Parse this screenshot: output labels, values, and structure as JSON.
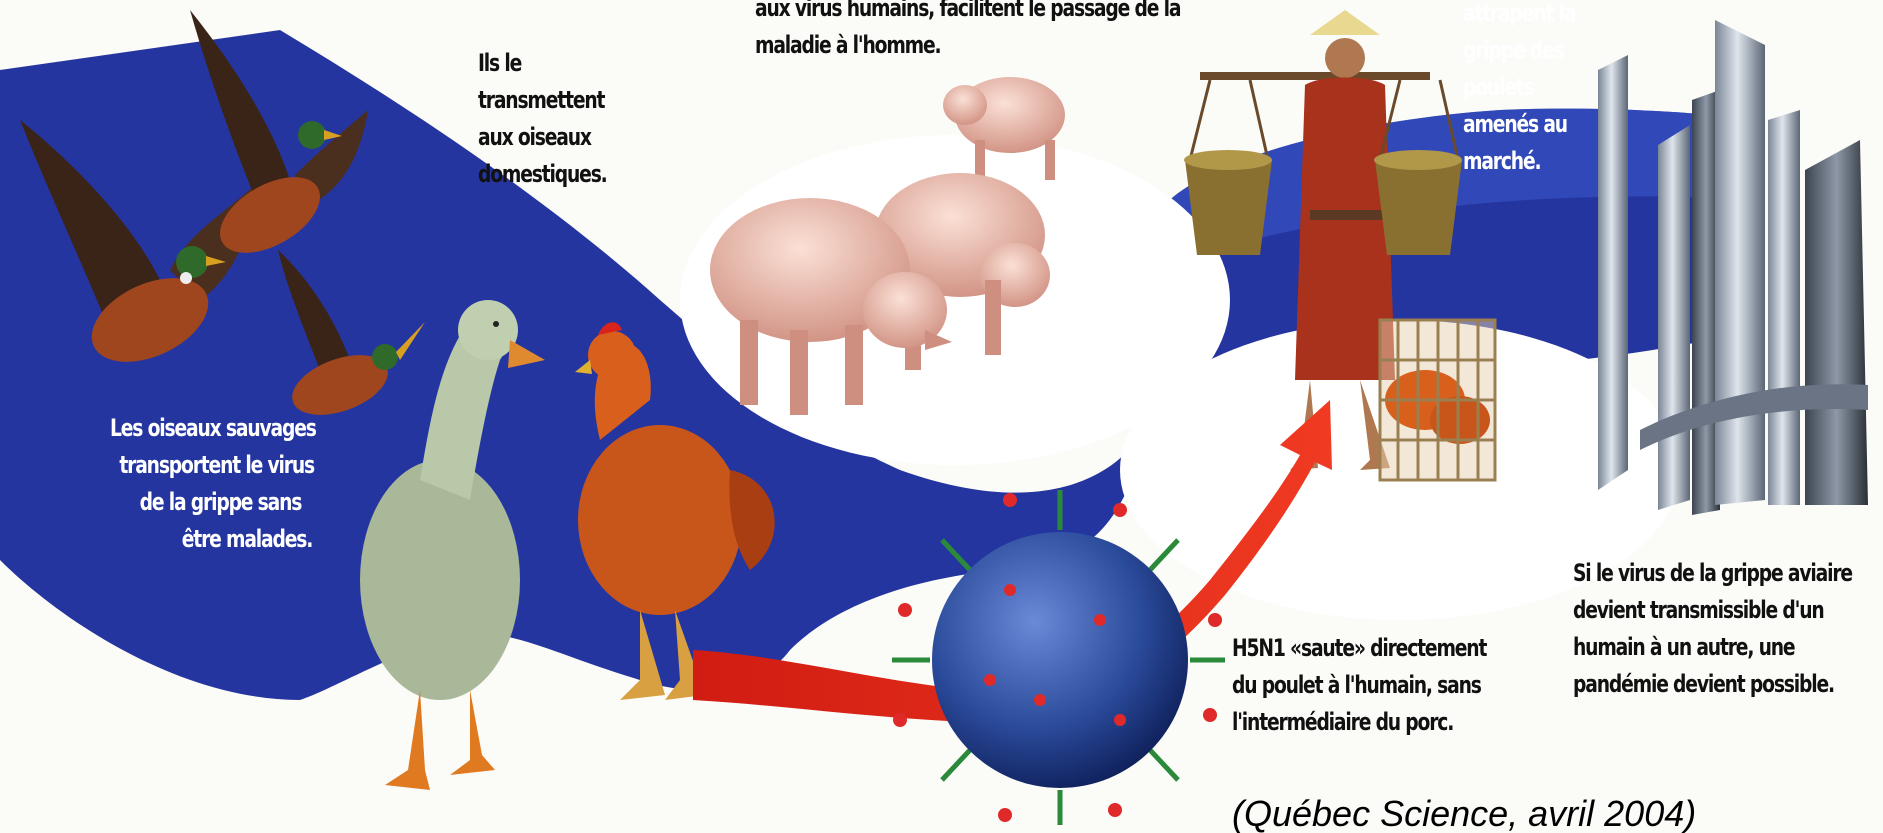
{
  "captions": {
    "wild_birds": [
      "Les oiseaux sauvages",
      "transportent le virus",
      "de la grippe sans",
      "être malades."
    ],
    "domestic": [
      "Ils le",
      "transmettent",
      "aux oiseaux",
      "domestiques."
    ],
    "pigs": [
      "aux virus humains, facilitent le passage de la",
      "maladie à l'homme."
    ],
    "market": [
      "attrapent la",
      "grippe des",
      "poulets",
      "amenés au",
      "marché."
    ],
    "h5n1": [
      "H5N1 «saute» directement",
      "du poulet à l'humain, sans",
      "l'intermédiaire du porc."
    ],
    "pandemic": [
      "Si le virus de la grippe aviaire",
      "devient transmissible d'un",
      "humain à un autre, une",
      "pandémie devient possible."
    ]
  },
  "source": "(Québec Science, avril 2004)",
  "colors": {
    "band_blue": "#2535a0",
    "band_blue_light": "#3a55c8",
    "arrow_red": "#e02818",
    "virus_blue": "#2a4a9a",
    "duck_green": "#a8b898",
    "hen_orange": "#d8601c",
    "pig_pink": "#e8b8a8",
    "robe_red": "#a8321c"
  },
  "icons": [
    "flying-duck-icon",
    "white-duck-icon",
    "hen-icon",
    "pig-icon",
    "farmer-icon",
    "basket-icon",
    "chicken-cage-icon",
    "virus-icon",
    "red-arrow-icon",
    "skyscraper-icon"
  ]
}
